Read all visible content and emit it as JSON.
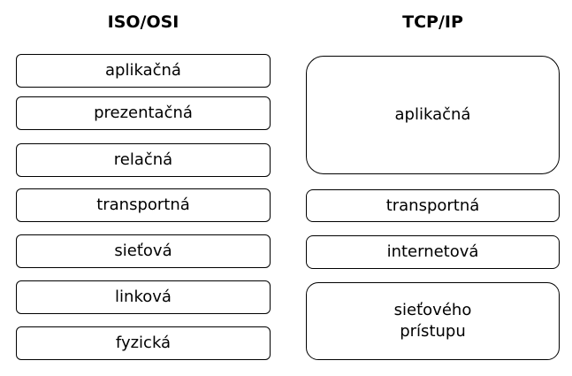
{
  "iso": {
    "title": "ISO/OSI",
    "layers": [
      "aplikačná",
      "prezentačná",
      "relačná",
      "transportná",
      "sieťová",
      "linková",
      "fyzická"
    ]
  },
  "tcp": {
    "title": "TCP/IP",
    "layers": [
      "aplikačná",
      "transportná",
      "internetová",
      "sieťového\nprístupu"
    ]
  }
}
